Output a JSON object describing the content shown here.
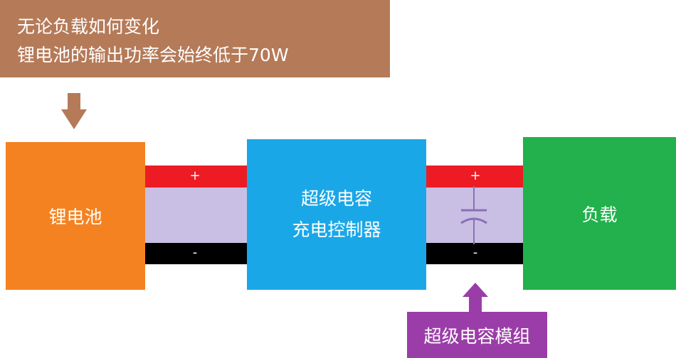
{
  "note": {
    "line1": "无论负载如何变化",
    "line2": "锂电池的输出功率会始终低于70W"
  },
  "battery": {
    "label": "锂电池"
  },
  "controller": {
    "line1": "超级电容",
    "line2": "充电控制器"
  },
  "load": {
    "label": "负载"
  },
  "left_wire": {
    "plus": "+",
    "minus": "-"
  },
  "right_wire": {
    "plus": "+",
    "minus": "-"
  },
  "module": {
    "label": "超级电容模组"
  },
  "colors": {
    "note_bg": "#b57a58",
    "battery": "#f58220",
    "controller": "#1aa7e8",
    "load": "#22b14c",
    "wire_positive": "#ed1c24",
    "wire_negative": "#000000",
    "wire_fill": "#c9bfe4",
    "module_bg": "#9b3da8"
  },
  "icons": [
    "down-arrow-icon",
    "capacitor-icon",
    "up-arrow-icon"
  ]
}
